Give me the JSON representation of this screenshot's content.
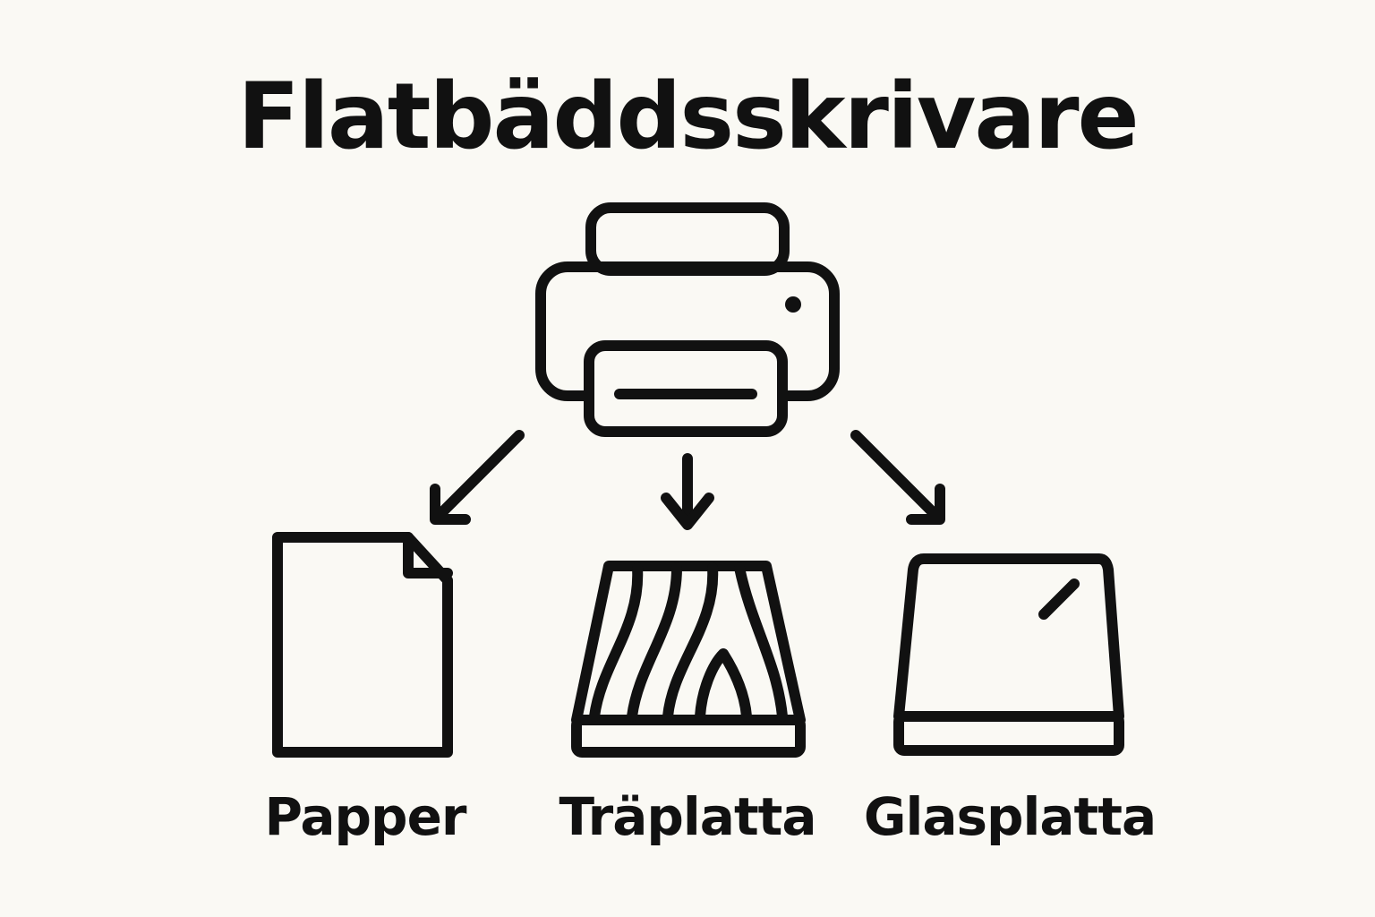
{
  "title": "Flatbäddsskrivare",
  "items": [
    {
      "label": "Papper",
      "icon": "paper-sheet-icon"
    },
    {
      "label": "Träplatta",
      "icon": "wood-board-icon"
    },
    {
      "label": "Glasplatta",
      "icon": "glass-plate-icon"
    }
  ],
  "center_icon": "printer-icon",
  "colors": {
    "background": "#faf9f4",
    "stroke": "#111111"
  }
}
